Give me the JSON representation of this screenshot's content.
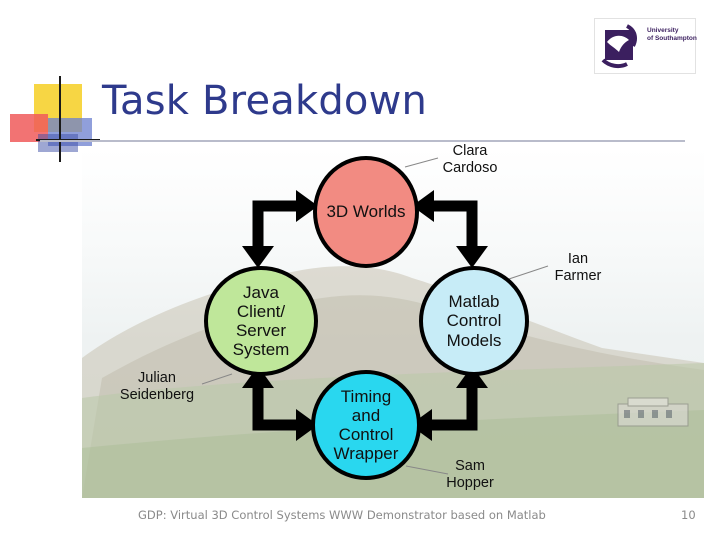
{
  "slide": {
    "title": "Task Breakdown",
    "footer": "GDP: Virtual 3D Control Systems WWW Demonstrator based on Matlab",
    "page_number": "10"
  },
  "logo": {
    "text_line1": "University",
    "text_line2": "of Southampton"
  },
  "diagram": {
    "nodes": {
      "worlds": {
        "label": "3D Worlds",
        "color": "#f28b82"
      },
      "matlab": {
        "label": "Matlab Control Models",
        "line1": "Matlab",
        "line2": "Control",
        "line3": "Models",
        "color": "#c7ecf7"
      },
      "timing": {
        "label": "Timing and Control Wrapper",
        "line1": "Timing",
        "line2": "and",
        "line3": "Control",
        "line4": "Wrapper",
        "color": "#29d7ef"
      },
      "java": {
        "label": "Java Client/ Server System",
        "line1": "Java",
        "line2": "Client/",
        "line3": "Server",
        "line4": "System",
        "color": "#bfe79a"
      }
    },
    "people": {
      "clara": {
        "line1": "Clara",
        "line2": "Cardoso"
      },
      "ian": {
        "line1": "Ian",
        "line2": "Farmer"
      },
      "sam": {
        "line1": "Sam",
        "line2": "Hopper"
      },
      "julian": {
        "line1": "Julian",
        "line2": "Seidenberg"
      }
    }
  }
}
